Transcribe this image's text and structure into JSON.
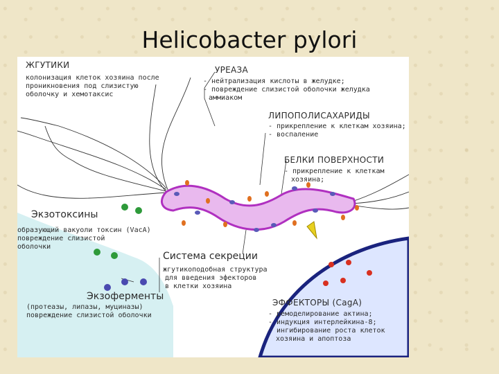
{
  "title": "Helicobacter pylori",
  "flagella": {
    "heading": "ЖГУТИКИ",
    "lines": [
      "колонизация клеток хозяина после",
      "проникновения под слизистую",
      "оболочку и хемотаксис"
    ]
  },
  "urease": {
    "heading": "УРЕАЗА",
    "lines": [
      "- нейтрализация кислоты в желудке;",
      "- повреждение слизистой оболочки желудка",
      "аммиаком"
    ]
  },
  "lps": {
    "heading": "ЛИПОПОЛИСАХАРИДЫ",
    "lines": [
      "- прикрепление к клеткам хозяина;",
      "- воспаление"
    ]
  },
  "surface_proteins": {
    "heading": "БЕЛКИ ПОВЕРХНОСТИ",
    "lines": [
      "- прикрепление к клеткам",
      "хозяина;"
    ]
  },
  "exotoxins": {
    "heading": "Экзотоксины",
    "lines": [
      "образующий вакуоли токсин (VacA)",
      "повреждение слизистой",
      "оболочки"
    ]
  },
  "secretion": {
    "heading": "Система секреции",
    "lines": [
      "жгутикоподобная структура",
      "для введения эфекторов",
      "в клетки хозяина"
    ]
  },
  "exoenzymes": {
    "heading": "Экзоферменты",
    "lines": [
      "(протеазы, липазы, муциназы)",
      "повреждение слизистой оболочки"
    ]
  },
  "effectors": {
    "heading": "ЭФФЕКТОРЫ (CagA)",
    "lines": [
      "- ремоделирование актина;",
      "- индукция интерлейкина-8;",
      "- ингибирование роста клеток",
      "хозяина и апоптоза"
    ]
  },
  "colors": {
    "bacterium_fill": "#e8b8ec",
    "bacterium_stroke": "#b030c0",
    "host_cell": "#dfe8ff",
    "host_membrane": "#1a237e",
    "mucus": "#cfeef0",
    "pili": "#e07020",
    "surface_dots": "#5a5ab8",
    "toxin_green": "#2e9a3a",
    "enzyme_blue": "#4a4ab0",
    "effector_red": "#d83020",
    "injector": "#e8d020"
  }
}
